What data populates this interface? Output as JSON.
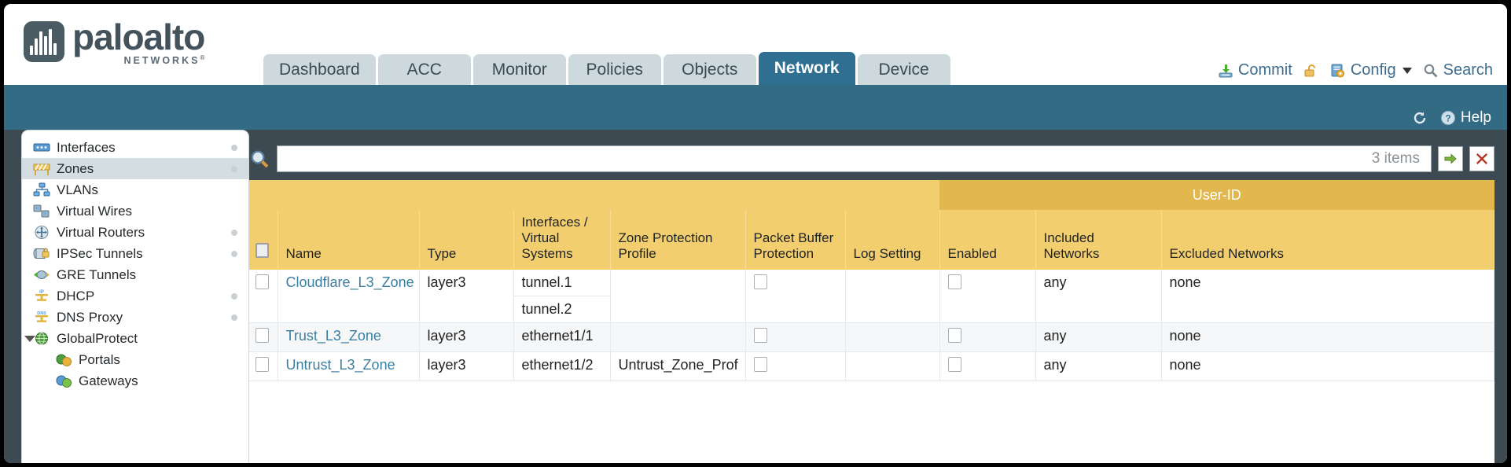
{
  "brand": {
    "name": "paloalto",
    "sub": "NETWORKS",
    "sup": "®"
  },
  "tabs": [
    {
      "label": "Dashboard",
      "active": false
    },
    {
      "label": "ACC",
      "active": false
    },
    {
      "label": "Monitor",
      "active": false
    },
    {
      "label": "Policies",
      "active": false
    },
    {
      "label": "Objects",
      "active": false
    },
    {
      "label": "Network",
      "active": true
    },
    {
      "label": "Device",
      "active": false
    }
  ],
  "header_actions": {
    "commit": "Commit",
    "lock": "",
    "config": "Config",
    "search": "Search"
  },
  "subheader": {
    "refresh": "",
    "help": "Help"
  },
  "sidebar": {
    "items": [
      {
        "label": "Interfaces",
        "icon": "interfaces-icon",
        "selected": false,
        "dot": true,
        "indent": false,
        "expander": false
      },
      {
        "label": "Zones",
        "icon": "zones-icon",
        "selected": true,
        "dot": true,
        "indent": false,
        "expander": false
      },
      {
        "label": "VLANs",
        "icon": "vlans-icon",
        "selected": false,
        "dot": false,
        "indent": false,
        "expander": false
      },
      {
        "label": "Virtual Wires",
        "icon": "virtual-wires-icon",
        "selected": false,
        "dot": false,
        "indent": false,
        "expander": false
      },
      {
        "label": "Virtual Routers",
        "icon": "virtual-routers-icon",
        "selected": false,
        "dot": true,
        "indent": false,
        "expander": false
      },
      {
        "label": "IPSec Tunnels",
        "icon": "ipsec-tunnels-icon",
        "selected": false,
        "dot": true,
        "indent": false,
        "expander": false
      },
      {
        "label": "GRE Tunnels",
        "icon": "gre-tunnels-icon",
        "selected": false,
        "dot": false,
        "indent": false,
        "expander": false
      },
      {
        "label": "DHCP",
        "icon": "dhcp-icon",
        "selected": false,
        "dot": true,
        "indent": false,
        "expander": false
      },
      {
        "label": "DNS Proxy",
        "icon": "dns-proxy-icon",
        "selected": false,
        "dot": true,
        "indent": false,
        "expander": false
      },
      {
        "label": "GlobalProtect",
        "icon": "globalprotect-icon",
        "selected": false,
        "dot": false,
        "indent": false,
        "expander": true
      },
      {
        "label": "Portals",
        "icon": "portals-icon",
        "selected": false,
        "dot": false,
        "indent": true,
        "expander": false
      },
      {
        "label": "Gateways",
        "icon": "gateways-icon",
        "selected": false,
        "dot": false,
        "indent": true,
        "expander": false
      }
    ]
  },
  "search": {
    "value": "",
    "placeholder": "",
    "items_count": "3 items"
  },
  "table": {
    "group_header": "User-ID",
    "columns": [
      "Name",
      "Type",
      "Interfaces / Virtual Systems",
      "Zone Protection Profile",
      "Packet Buffer Protection",
      "Log Setting",
      "Enabled",
      "Included Networks",
      "Excluded Networks"
    ],
    "rows": [
      {
        "name": "Cloudflare_L3_Zone",
        "type": "layer3",
        "interfaces": [
          "tunnel.1",
          "tunnel.2"
        ],
        "zone_protection_profile": "",
        "packet_buffer_protection": false,
        "log_setting": "",
        "enabled": false,
        "included_networks": "any",
        "excluded_networks": "none",
        "selected": false,
        "alt": false
      },
      {
        "name": "Trust_L3_Zone",
        "type": "layer3",
        "interfaces": [
          "ethernet1/1"
        ],
        "zone_protection_profile": "",
        "packet_buffer_protection": false,
        "log_setting": "",
        "enabled": false,
        "included_networks": "any",
        "excluded_networks": "none",
        "selected": false,
        "alt": true
      },
      {
        "name": "Untrust_L3_Zone",
        "type": "layer3",
        "interfaces": [
          "ethernet1/2"
        ],
        "zone_protection_profile": "Untrust_Zone_Prof",
        "packet_buffer_protection": false,
        "log_setting": "",
        "enabled": false,
        "included_networks": "any",
        "excluded_networks": "none",
        "selected": false,
        "alt": false
      }
    ]
  },
  "colors": {
    "active_tab": "#2f6f92",
    "tab": "#cdd9dd",
    "subheader": "#336b85",
    "body": "#3d4a52",
    "table_header": "#f3ce6e",
    "group_header": "#e2b84e",
    "link": "#3b7fa0"
  }
}
